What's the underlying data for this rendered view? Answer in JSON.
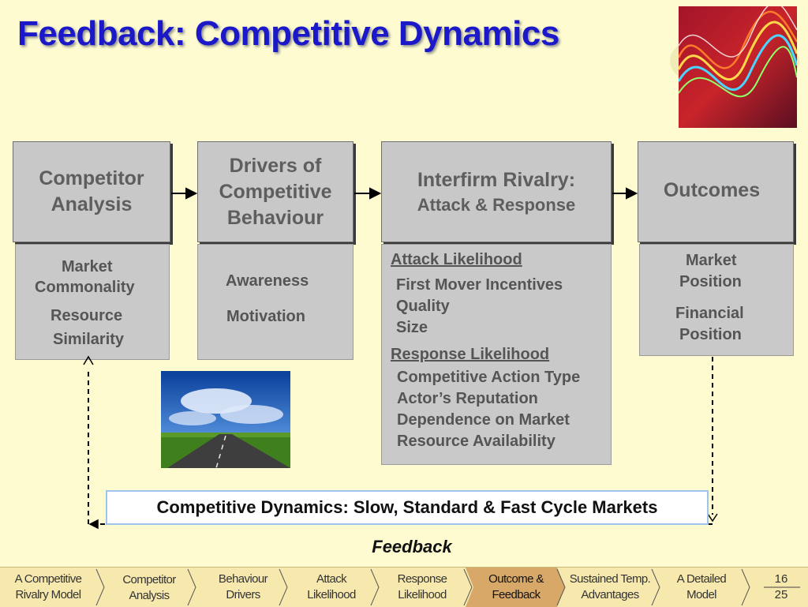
{
  "title": "Feedback: Competitive Dynamics",
  "stages": [
    {
      "heading": [
        "Competitor",
        "Analysis"
      ],
      "items": [
        [
          "Market",
          "Commonality"
        ],
        [
          "Resource",
          "Similarity"
        ]
      ]
    },
    {
      "heading": [
        "Drivers of",
        "Competitive",
        "Behaviour"
      ],
      "items": [
        "Awareness",
        "Motivation"
      ]
    },
    {
      "heading": "Interfirm Rivalry:",
      "subheading": "Attack & Response",
      "sections": [
        {
          "label": "Attack Likelihood",
          "items": [
            "First Mover Incentives",
            "Quality",
            "Size"
          ]
        },
        {
          "label": "Response Likelihood",
          "items": [
            "Competitive Action Type",
            "Actor’s Reputation",
            "Dependence on Market",
            "Resource Availability"
          ]
        }
      ]
    },
    {
      "heading": "Outcomes",
      "items": [
        [
          "Market",
          "Position"
        ],
        [
          "Financial",
          "Position"
        ]
      ]
    }
  ],
  "banner": "Competitive Dynamics: Slow, Standard & Fast Cycle Markets",
  "feedback_label": "Feedback",
  "nav": [
    {
      "line1": "A Competitive",
      "line2": "Rivalry Model",
      "active": false
    },
    {
      "line1": "Competitor",
      "line2": "Analysis",
      "active": false
    },
    {
      "line1": "Behaviour",
      "line2": "Drivers",
      "active": false
    },
    {
      "line1": "Attack",
      "line2": "Likelihood",
      "active": false
    },
    {
      "line1": "Response",
      "line2": "Likelihood",
      "active": false
    },
    {
      "line1": "Outcome &",
      "line2": "Feedback",
      "active": true
    },
    {
      "line1": "Sustained Temp.",
      "line2": "Advantages",
      "active": false
    },
    {
      "line1": "A Detailed",
      "line2": "Model",
      "active": false
    }
  ],
  "page": {
    "current": "16",
    "total": "25"
  },
  "colors": {
    "background": "#fdfbcf",
    "title": "#1a18c8",
    "box": "#c8c8c8",
    "active_tab": "#d7a868",
    "nav": "#f7e9ae"
  }
}
